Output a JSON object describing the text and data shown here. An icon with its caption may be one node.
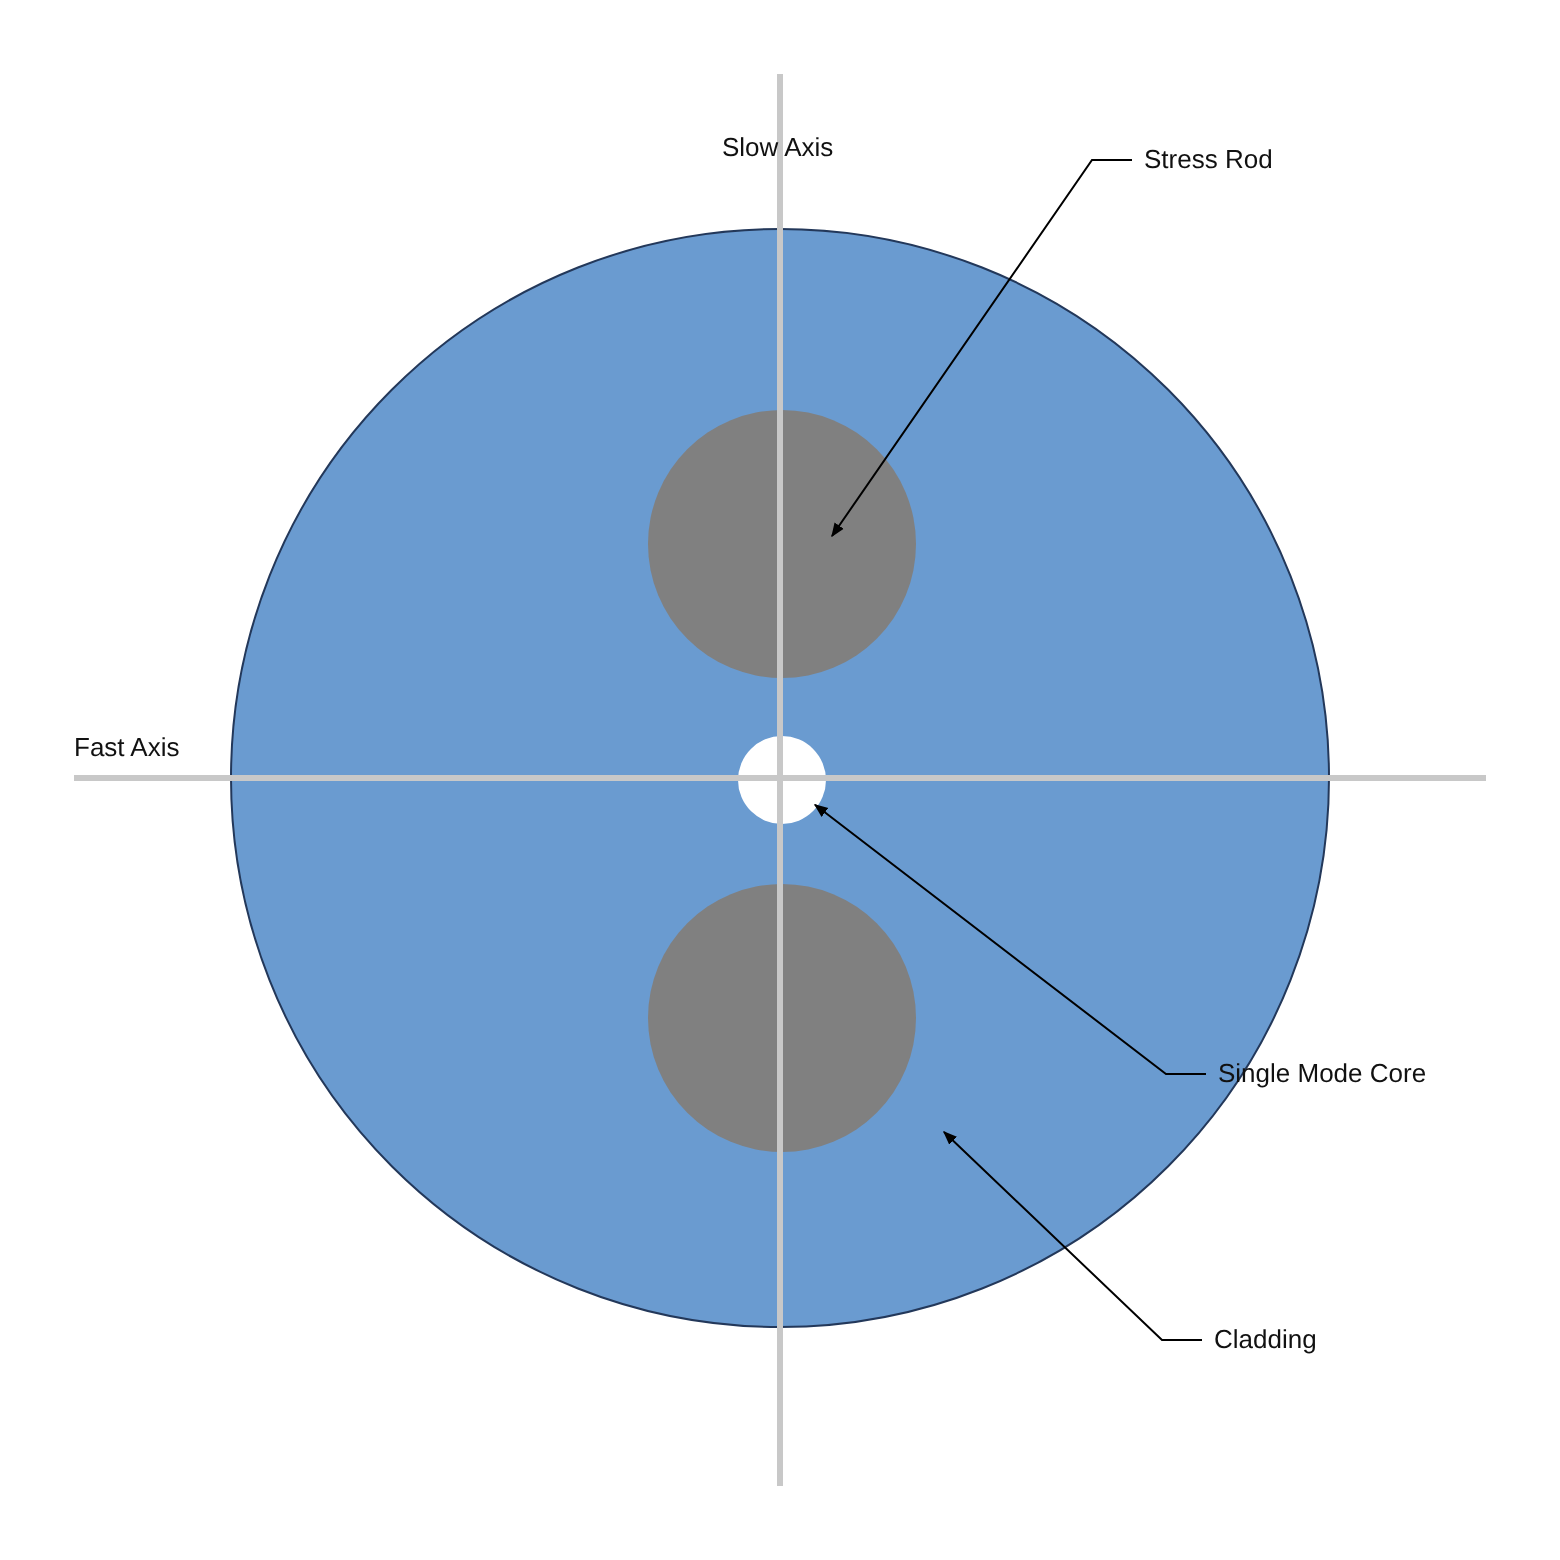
{
  "diagram": {
    "nodes": [
      {
        "text": [],
        "shape": "circle"
      },
      {
        "text": [],
        "shape": "circle",
        "in": 0
      },
      {
        "text": [],
        "shape": "circle",
        "in": 0
      },
      {
        "text": [],
        "shape": "circle",
        "in": 0
      },
      {
        "text": [
          "Stress Rod"
        ]
      },
      {
        "text": [
          "Single Mode Core"
        ]
      },
      {
        "text": [
          "Cladding"
        ]
      }
    ],
    "edges": [
      {
        "from": 4,
        "to": 1,
        "arrow": "to"
      },
      {
        "from": 5,
        "to": 2,
        "arrow": "to"
      },
      {
        "from": 6,
        "to": 0,
        "arrow": "to"
      }
    ],
    "labels": [
      "Slow Axis",
      "Fast Axis"
    ]
  }
}
